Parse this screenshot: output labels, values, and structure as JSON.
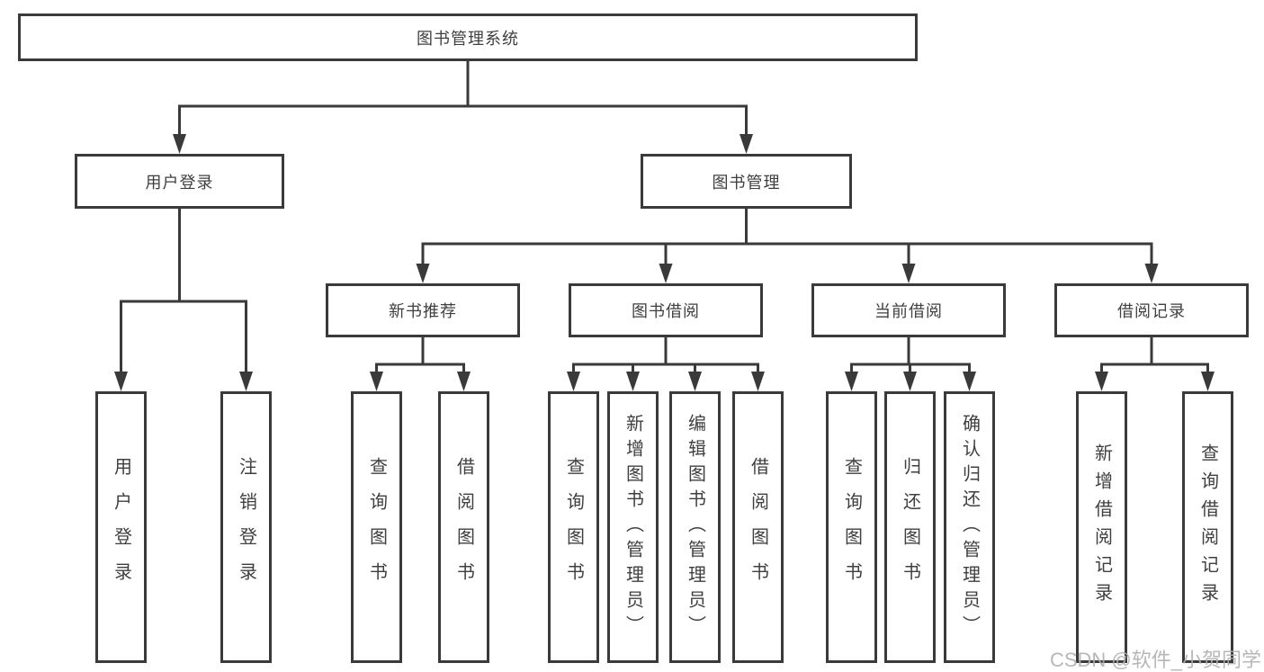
{
  "tree": {
    "label": "图书管理系统",
    "children": [
      {
        "label": "用户登录",
        "children": [
          {
            "label": "用户登录"
          },
          {
            "label": "注销登录"
          }
        ]
      },
      {
        "label": "图书管理",
        "children": [
          {
            "label": "新书推荐",
            "children": [
              {
                "label": "查询图书"
              },
              {
                "label": "借阅图书"
              }
            ]
          },
          {
            "label": "图书借阅",
            "children": [
              {
                "label": "查询图书"
              },
              {
                "label": "新增图书（管理员）"
              },
              {
                "label": "编辑图书（管理员）"
              },
              {
                "label": "借阅图书"
              }
            ]
          },
          {
            "label": "当前借阅",
            "children": [
              {
                "label": "查询图书"
              },
              {
                "label": "归还图书"
              },
              {
                "label": "确认归还（管理员）"
              }
            ]
          },
          {
            "label": "借阅记录",
            "children": [
              {
                "label": "新增借阅记录"
              },
              {
                "label": "查询借阅记录"
              }
            ]
          }
        ]
      }
    ]
  },
  "watermark": "CSDN @软件_小贺同学",
  "colors": {
    "line": "#3a3a3a",
    "text": "#3f3f3f",
    "watermark": "#afafaf",
    "background": "#ffffff"
  }
}
